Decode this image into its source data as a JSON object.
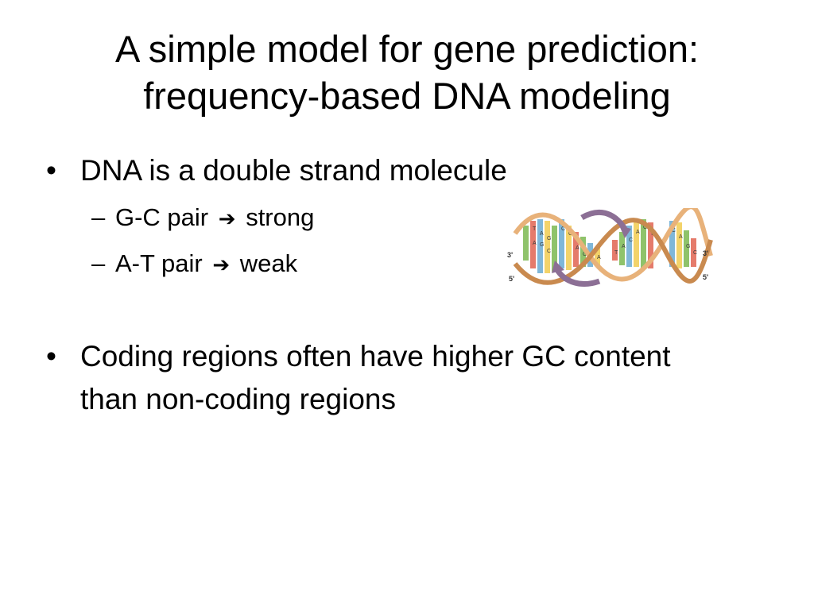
{
  "slide": {
    "title_line1": "A simple model for gene prediction:",
    "title_line2": "frequency-based DNA modeling",
    "bullet_char": "•",
    "dash_char": "–",
    "arrow_char": "➔",
    "bullets": [
      {
        "text": "DNA is a double strand molecule",
        "sub": [
          {
            "before": "G-C pair",
            "after": "strong"
          },
          {
            "before": "A-T pair",
            "after": "weak"
          }
        ]
      },
      {
        "text": "Coding regions often have higher GC content than non-coding regions"
      }
    ]
  },
  "dna_figure": {
    "icon": "dna-double-helix",
    "left_end_top": "3'",
    "left_end_bottom": "5'",
    "right_end_top": "3'",
    "right_end_bottom": "5'",
    "colors": {
      "strand": "#e8b27a",
      "strand_dark": "#c98a4f",
      "arrow": "#8c6f95",
      "base_A": "#8fc36b",
      "base_T": "#e57b6b",
      "base_G": "#f3d36a",
      "base_C": "#7fb7d9"
    }
  }
}
